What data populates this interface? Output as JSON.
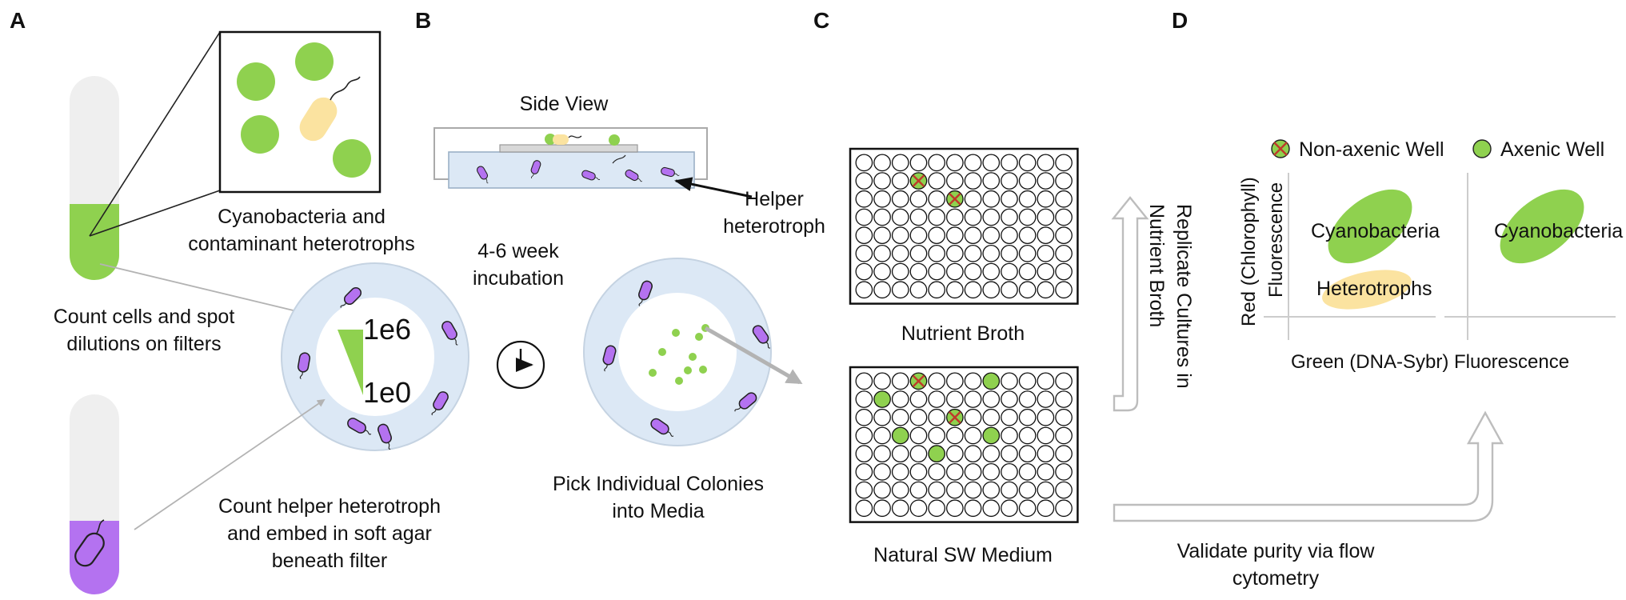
{
  "panels": {
    "a": "A",
    "b": "B",
    "c": "C",
    "d": "D"
  },
  "panel_a": {
    "cyano_line1": "Cyanobacteria and",
    "cyano_line2": "contaminant heterotrophs",
    "count_line1": "Count cells and spot",
    "count_line2": "dilutions on filters",
    "dilution_high": "1e6",
    "dilution_low": "1e0",
    "helper_line1": "Count helper heterotroph",
    "helper_line2": "and embed in soft agar",
    "helper_line3": "beneath filter"
  },
  "panel_b": {
    "side_view": "Side View",
    "helper_line1": "Helper",
    "helper_line2": "heterotroph",
    "incubation_line1": "4-6 week",
    "incubation_line2": "incubation",
    "pick_line1": "Pick Individual Colonies",
    "pick_line2": "into Media"
  },
  "panel_c": {
    "nutrient_broth": "Nutrient Broth",
    "natural_sw": "Natural SW Medium",
    "replicate_line1": "Replicate Cultures in",
    "replicate_line2": "Nutrient Broth",
    "plate_rows": 8,
    "plate_cols": 12,
    "top_plate_contaminated": [
      [
        1,
        3
      ],
      [
        2,
        5
      ]
    ],
    "bottom_plate_contaminated": [
      [
        0,
        3
      ],
      [
        2,
        5
      ]
    ],
    "bottom_plate_axenic": [
      [
        0,
        7
      ],
      [
        1,
        1
      ],
      [
        3,
        2
      ],
      [
        3,
        7
      ],
      [
        4,
        4
      ]
    ]
  },
  "panel_d": {
    "legend_nonaxenic": "Non-axenic Well",
    "legend_axenic": "Axenic Well",
    "cyanobacteria": "Cyanobacteria",
    "heterotrophs": "Heterotrophs",
    "ylabel_line1": "Red (Chlorophyll)",
    "ylabel_line2": "Fluorescence",
    "xlabel": "Green (DNA-Sybr) Fluorescence",
    "validate_line1": "Validate purity via flow",
    "validate_line2": "cytometry"
  },
  "colors": {
    "cyano_green": "#8fd14f",
    "heterotroph_yellow": "#fbe3a0",
    "helper_purple": "#b472f0",
    "agar_blue": "#dce8f5",
    "contaminant_red": "#c0392b"
  }
}
